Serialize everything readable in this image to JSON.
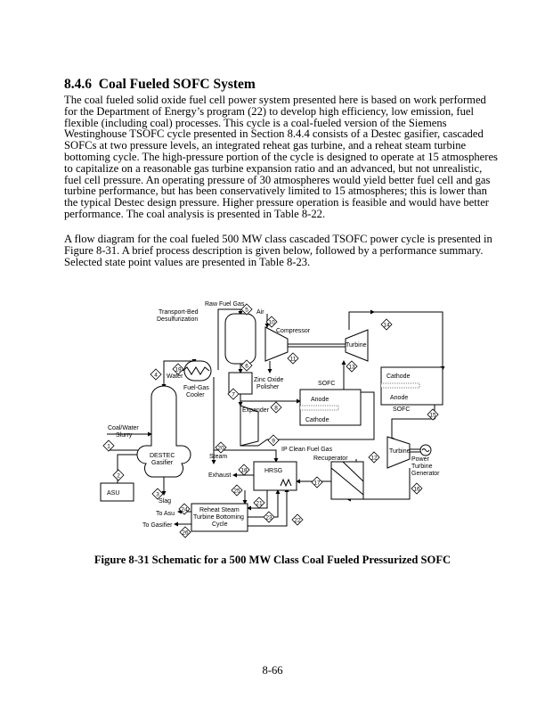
{
  "section": {
    "number": "8.4.6",
    "title": "Coal Fueled SOFC System"
  },
  "paragraph1": [
    "The coal fueled solid oxide fuel cell power system presented here is based on work performed",
    "for the Department of Energy’s program (22) to develop high efficiency, low emission, fuel",
    "flexible (including coal) processes.  This cycle is a coal-fueled version of the Siemens",
    "Westinghouse TSOFC cycle presented in Section 8.4.4 consists of a Destec gasifier, cascaded",
    "SOFCs at two pressure levels, an integrated reheat gas turbine, and a reheat steam turbine",
    "bottoming cycle.  The high-pressure portion of the cycle is designed to operate at 15 atmospheres",
    "to capitalize on a reasonable gas turbine expansion ratio and an advanced, but not unrealistic,",
    "fuel cell pressure.  An operating pressure of 30 atmospheres would yield better fuel cell and gas",
    "turbine performance, but has been conservatively limited to 15 atmospheres; this is lower than",
    "the typical Destec design pressure.  Higher pressure operation is feasible and would have better",
    "performance.  The coal analysis is presented in Table 8-22."
  ],
  "paragraph2": [
    "A flow diagram for the coal fueled 500 MW class cascaded TSOFC power cycle is presented in",
    "Figure 8-31.  A brief process description is given below, followed by a performance summary.",
    "Selected state point values are presented in Table 8-23."
  ],
  "diagram": {
    "labels": {
      "raw_fuel_gas": "Raw Fuel Gas",
      "desulf1": "Transport-Bed",
      "desulf2": "Desulfurization",
      "water": "Water",
      "cooler1": "Fuel-Gas",
      "cooler2": "Cooler",
      "zinc1": "Zinc Oxide",
      "zinc2": "Polisher",
      "air": "Air",
      "compressor": "Compressor",
      "turbine": "Turbine",
      "sofc": "SOFC",
      "anode": "Anode",
      "cathode": "Cathode",
      "expander": "Expander",
      "slurry1": "Coal/Water",
      "slurry2": "Slurry",
      "gasifier1": "DESTEC",
      "gasifier2": "Gasifier",
      "asu": "ASU",
      "slag": "Slag",
      "steam": "Steam",
      "ip_gas": "IP Clean Fuel Gas",
      "recuperator": "Recuperator",
      "hrsg": "HRSG",
      "exhaust": "Exhaust",
      "power1": "Power",
      "power2": "Turbine",
      "power3": "Generator",
      "reheat1": "Reheat Steam",
      "reheat2": "Turbine Bottoming",
      "reheat3": "Cycle",
      "to_asu": "To Asu",
      "to_gasifier": "To Gasifier"
    },
    "nodes": [
      "1",
      "2",
      "3",
      "4",
      "5",
      "6",
      "7",
      "8",
      "9",
      "10",
      "11",
      "12",
      "13",
      "14",
      "15",
      "16",
      "17",
      "18",
      "19",
      "20",
      "21",
      "22",
      "23",
      "24",
      "25",
      "26"
    ]
  },
  "caption": "Figure 8-31  Schematic for a 500 MW Class Coal Fueled Pressurized SOFC",
  "page_number": "8-66"
}
